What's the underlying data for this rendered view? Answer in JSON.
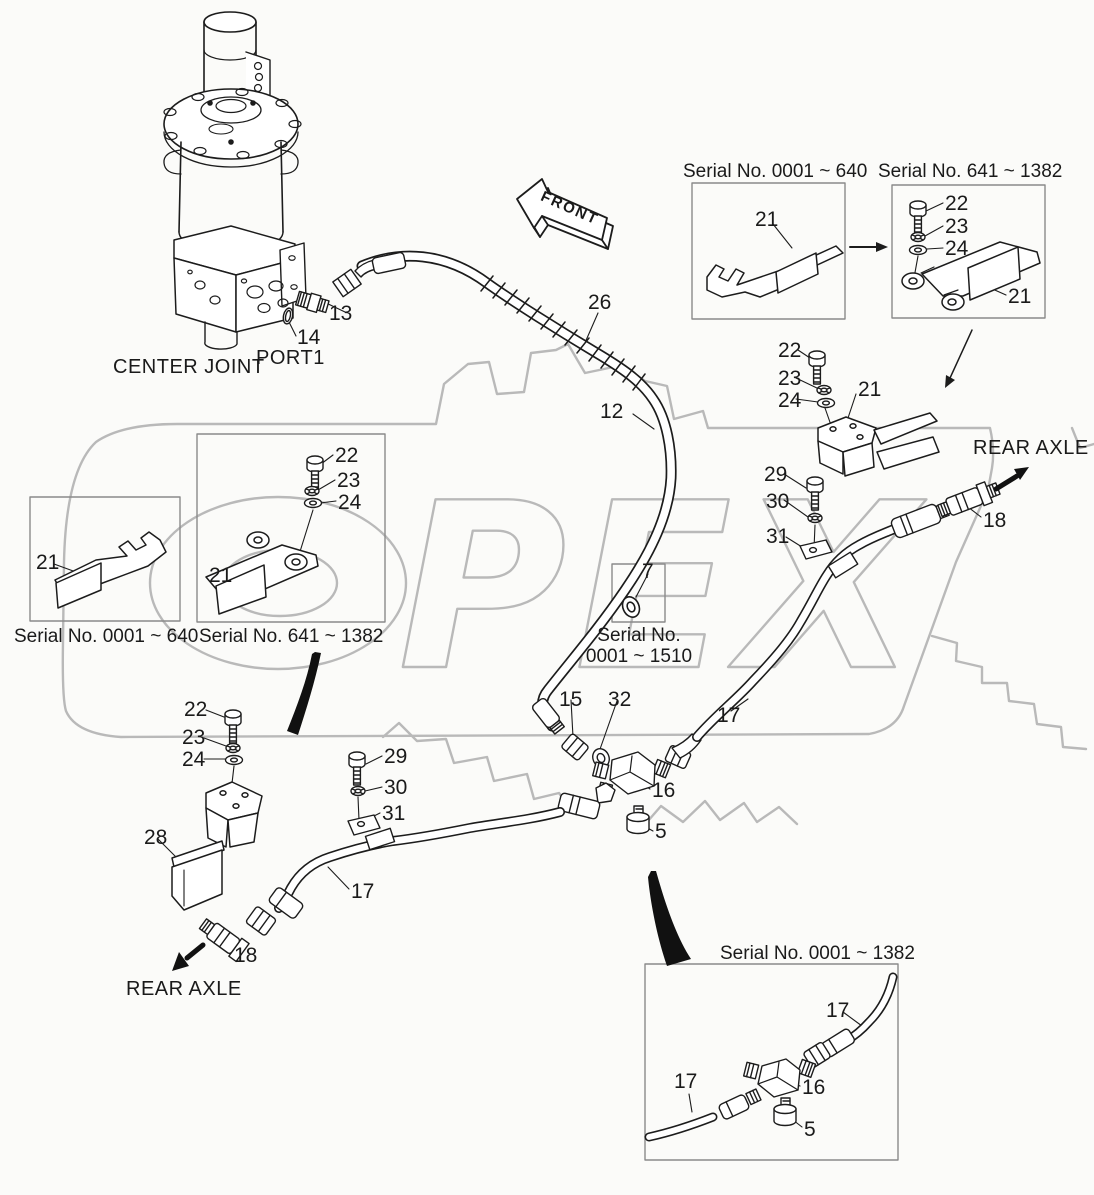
{
  "document": {
    "type": "hydraulic piping parts diagram",
    "captions": {
      "center_joint": "CENTER JOINT",
      "port1": "PORT1",
      "front": "FRONT",
      "rear_axle": "REAR AXLE"
    },
    "serial_boxes": {
      "top_right_a": "Serial No. 0001 ~ 640",
      "top_right_b": "Serial No. 641 ~ 1382",
      "mid_left_a": "Serial No. 0001 ~ 640",
      "mid_left_b": "Serial No. 641 ~ 1382",
      "center_line1": "Serial No.",
      "center_line2": "0001 ~ 1510",
      "bottom_right": "Serial No. 0001 ~ 1382"
    },
    "parts": {
      "5": "5",
      "7": "7",
      "12": "12",
      "13": "13",
      "14": "14",
      "15": "15",
      "16": "16",
      "17": "17",
      "18": "18",
      "21": "21",
      "22": "22",
      "23": "23",
      "24": "24",
      "26": "26",
      "28": "28",
      "29": "29",
      "30": "30",
      "31": "31",
      "32": "32"
    },
    "watermark": {
      "letters": "PEX",
      "full_logo": "OPEX"
    },
    "colors": {
      "line": "#1c1c1c",
      "box_border": "#8a8a8a",
      "watermark": "#b9b9b9",
      "background": "#fbfbf9"
    }
  }
}
